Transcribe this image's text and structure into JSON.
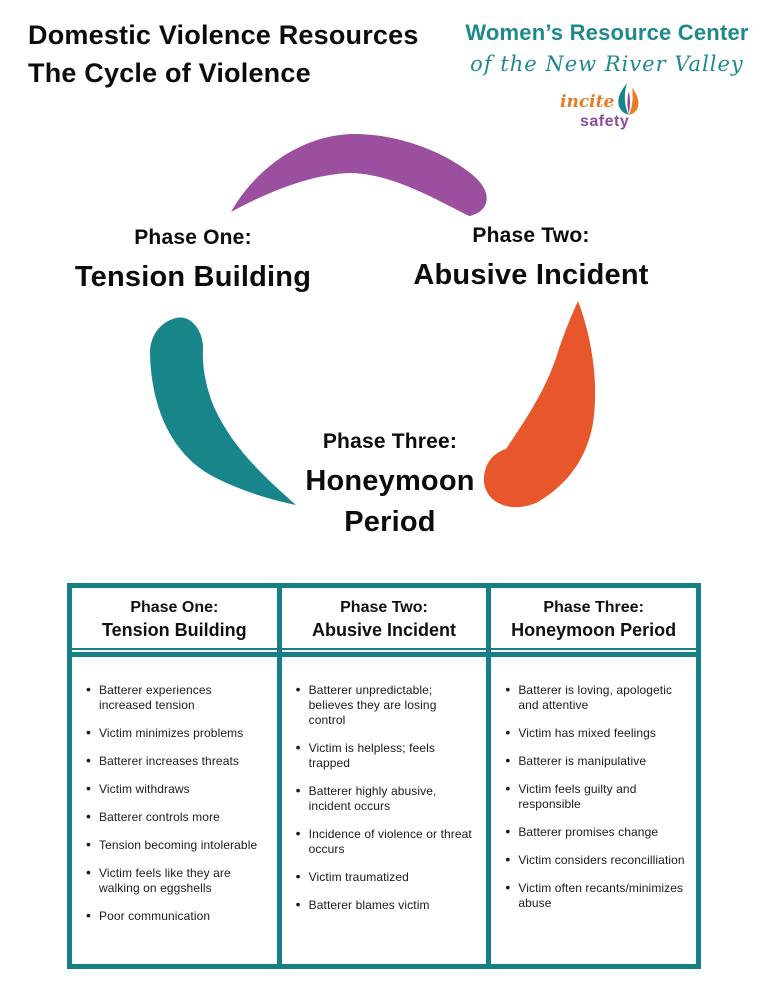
{
  "header": {
    "title_line1": "Domestic Violence Resources",
    "title_line2": "The Cycle of Violence"
  },
  "logo": {
    "org_name": "Women’s Resource Center",
    "tagline": "of the New River Valley",
    "incite_label": "incite",
    "safety_label": "safety",
    "teal": "#1e898c",
    "orange": "#e87c25",
    "purple": "#8e4b9e"
  },
  "cycle": {
    "phase_one": {
      "label": "Phase One:",
      "name": "Tension Building"
    },
    "phase_two": {
      "label": "Phase Two:",
      "name": "Abusive Incident"
    },
    "phase_three": {
      "label": "Phase Three:",
      "name": "Honeymoon Period"
    },
    "arrows": {
      "top_arrow_color": "#9b4f9e",
      "left_arrow_color": "#17858a",
      "right_arrow_color": "#e8572b"
    }
  },
  "table": {
    "border_color": "#177f86",
    "columns": [
      {
        "header_label": "Phase One:",
        "header_name": "Tension Building",
        "bullets": [
          "Batterer experiences increased tension",
          "Victim minimizes problems",
          "Batterer increases threats",
          "Victim withdraws",
          "Batterer controls more",
          "Tension becoming intolerable",
          "Victim feels like they are walking on eggshells",
          "Poor communication"
        ]
      },
      {
        "header_label": "Phase Two:",
        "header_name": "Abusive Incident",
        "bullets": [
          "Batterer unpredictable; believes they are losing control",
          "Victim is helpless; feels trapped",
          "Batterer highly abusive, incident occurs",
          "Incidence of violence or threat occurs",
          "Victim traumatized",
          "Batterer blames victim"
        ]
      },
      {
        "header_label": "Phase Three:",
        "header_name": "Honeymoon Period",
        "bullets": [
          "Batterer is loving, apologetic and attentive",
          "Victim has mixed feelings",
          "Batterer is manipulative",
          "Victim feels guilty and responsible",
          "Batterer promises change",
          "Victim considers reconcilliation",
          "Victim often recants/minimizes abuse"
        ]
      }
    ]
  }
}
